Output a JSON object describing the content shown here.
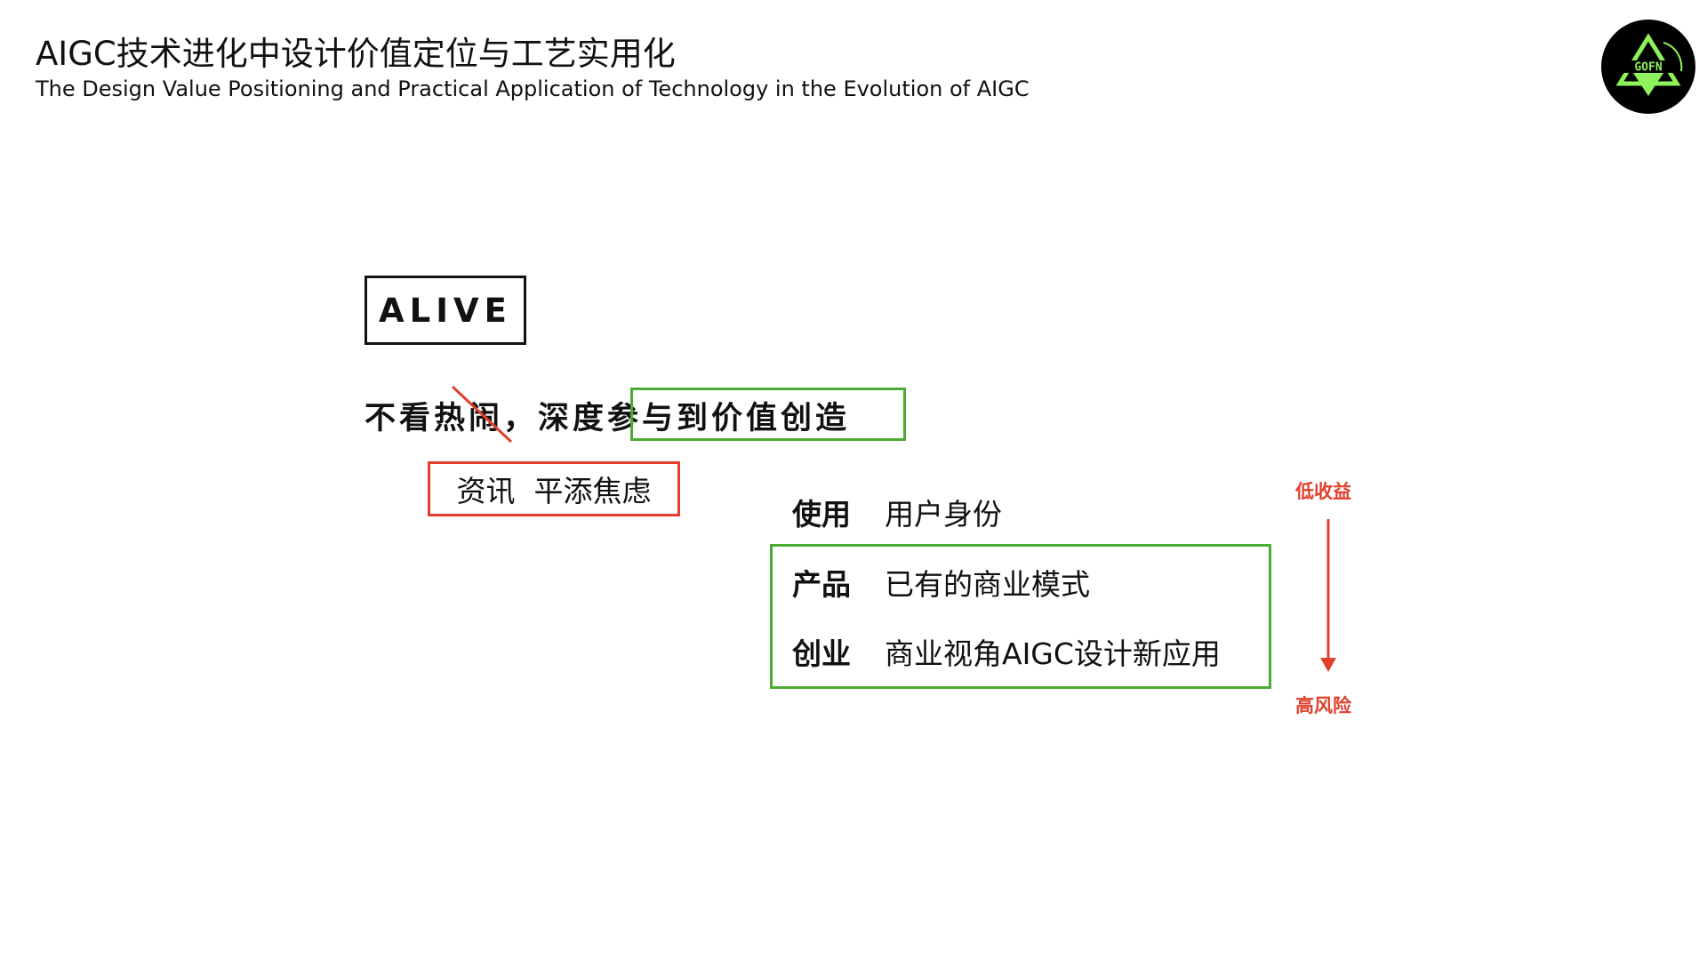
{
  "header": {
    "title_cn": "AIGC技术进化中设计价值定位与工艺实用化",
    "title_en": "The Design Value Positioning and Practical Application of Technology in the Evolution of AIGC"
  },
  "logo": {
    "icon": "gofn-logo-icon",
    "text": "GOFN",
    "bg_color": "#000000",
    "accent_color": "#8ef25a"
  },
  "alive": {
    "label": "ALIVE"
  },
  "statement": {
    "prefix": "不看热闹，深度",
    "highlight": "参与到价值创造",
    "strike_color": "#e0402c",
    "highlight_color": "#4cab35"
  },
  "noise": {
    "label": "资讯  平添焦虑",
    "border_color": "#e0402c"
  },
  "rows": [
    {
      "key": "使用",
      "value": "用户身份"
    },
    {
      "key": "产品",
      "value": "已有的商业模式"
    },
    {
      "key": "创业",
      "value": "商业视角AIGC设计新应用"
    }
  ],
  "risk_axis": {
    "top_label": "低收益",
    "bottom_label": "高风险",
    "color": "#e0402c"
  }
}
